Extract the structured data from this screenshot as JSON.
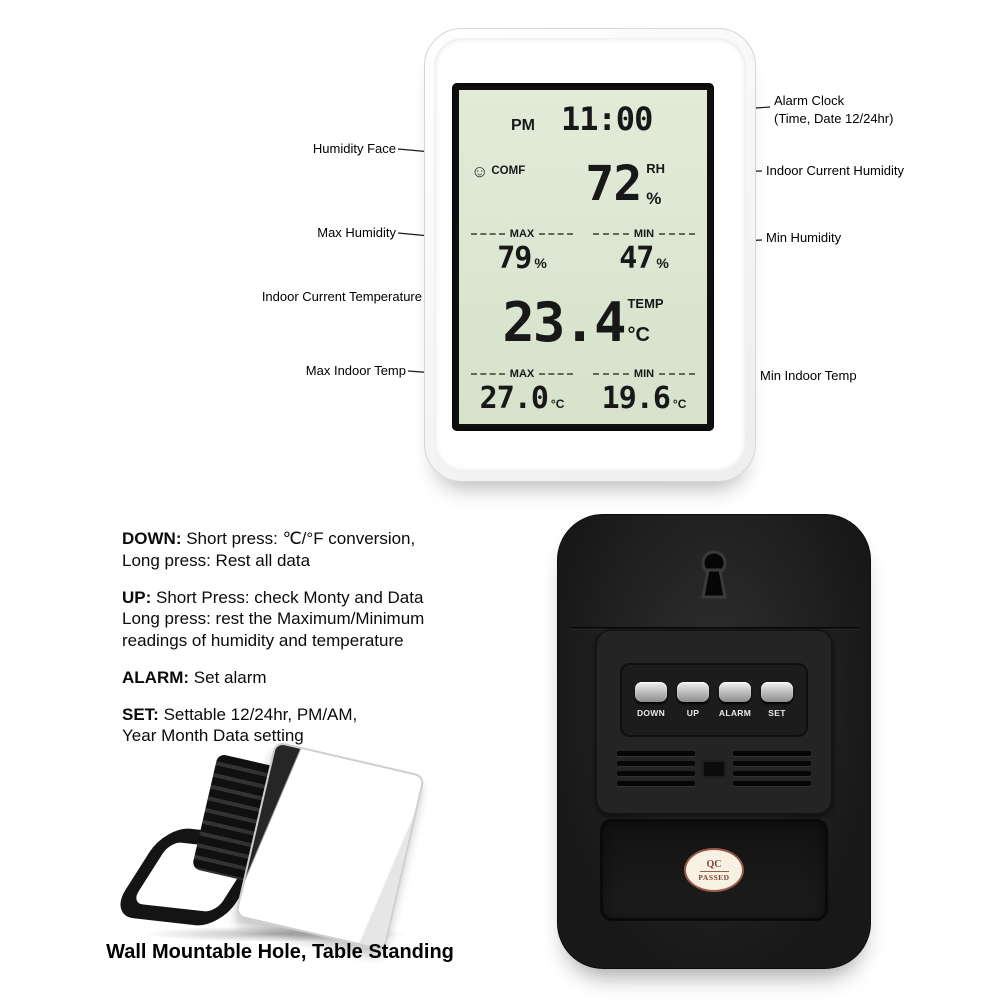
{
  "front": {
    "lcd": {
      "ampm": "PM",
      "time": "11:00",
      "comfort_icon": "☺",
      "comf": "COMF",
      "humidity": "72",
      "rh": "RH",
      "humidity_pct": "%",
      "hum_max_label": "MAX",
      "hum_min_label": "MIN",
      "hum_max": "79",
      "hum_max_pct": "%",
      "hum_min": "47",
      "hum_min_pct": "%",
      "temp": "23.4",
      "temp_label": "TEMP",
      "temp_unit": "°C",
      "temp_max_label": "MAX",
      "temp_min_label": "MIN",
      "temp_max": "27.0",
      "temp_max_unit": "°C",
      "temp_min": "19.6",
      "temp_min_unit": "°C"
    }
  },
  "callouts": {
    "alarm_clock": "Alarm Clock\n(Time, Date 12/24hr)",
    "humidity_face": "Humidity Face",
    "indoor_current_humidity": "Indoor Current Humidity",
    "max_humidity": "Max Humidity",
    "min_humidity": "Min Humidity",
    "indoor_current_temperature": "Indoor Current Temperature",
    "max_indoor_temp": "Max Indoor Temp",
    "min_indoor_temp": "Min Indoor Temp"
  },
  "instructions": [
    {
      "key": "DOWN:",
      "text": " Short press: ℃/°F conversion,\nLong press: Rest all data"
    },
    {
      "key": "UP:",
      "text": " Short Press: check Monty and Data\nLong press: rest the Maximum/Minimum\nreadings of humidity and temperature"
    },
    {
      "key": "ALARM:",
      "text": " Set alarm"
    },
    {
      "key": "SET:",
      "text": " Settable 12/24hr, PM/AM,\nYear Month Data setting"
    }
  ],
  "stand_caption": "Wall Mountable Hole, Table Standing",
  "back": {
    "buttons": [
      "DOWN",
      "UP",
      "ALARM",
      "SET"
    ],
    "qc_top": "QC",
    "qc_bottom": "PASSED"
  }
}
